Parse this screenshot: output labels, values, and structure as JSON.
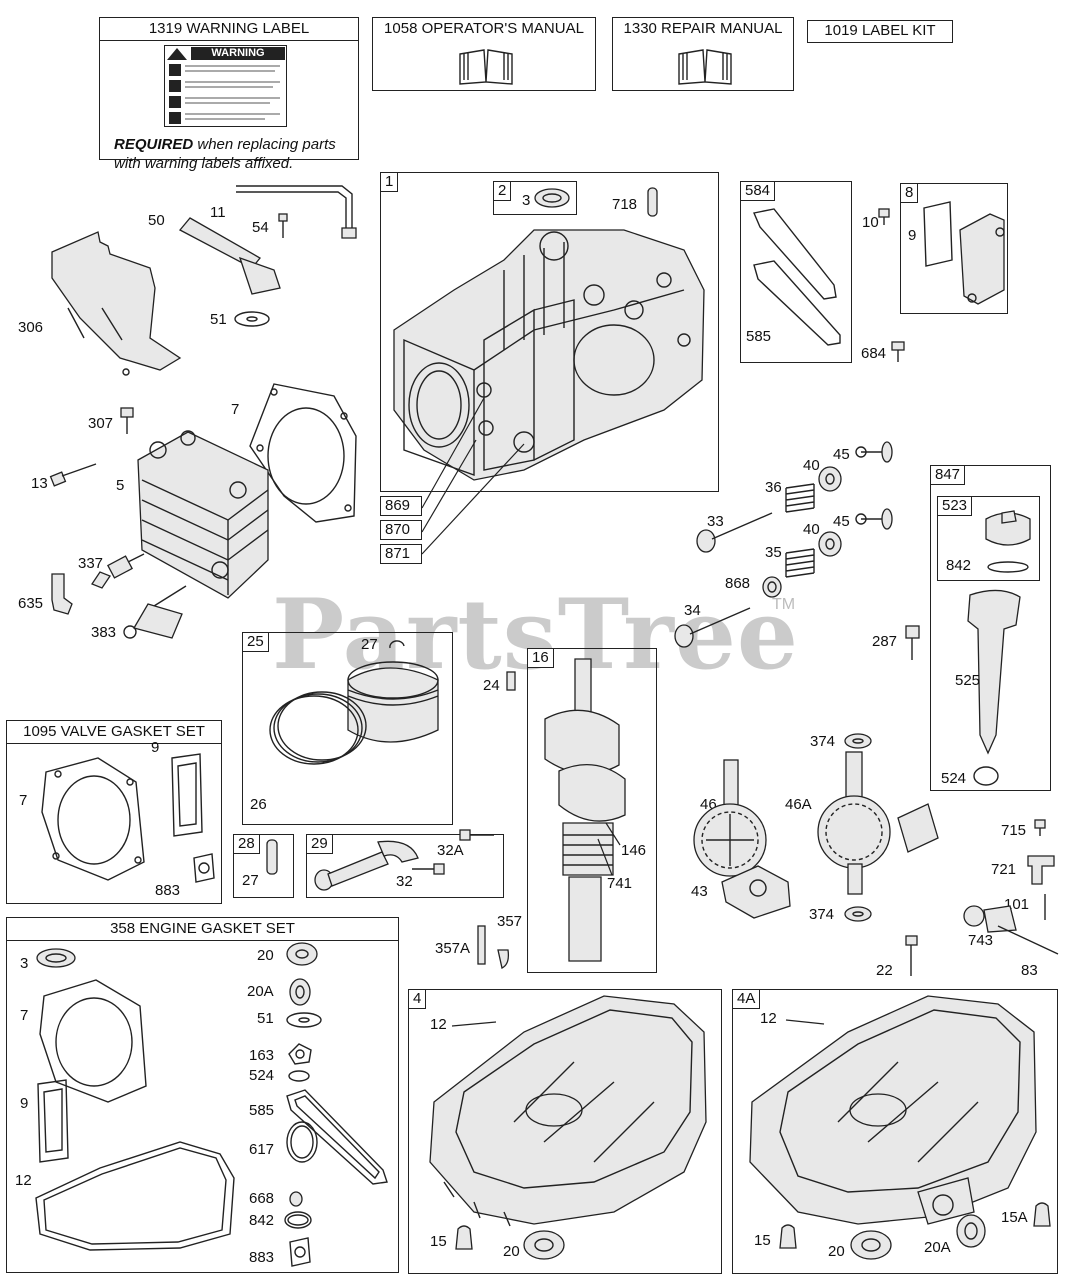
{
  "watermark": {
    "text": "PartsTree",
    "tm": "TM"
  },
  "top_boxes": {
    "warning": {
      "title": "1319 WARNING LABEL",
      "sticker_heading": "WARNING",
      "note_bold": "REQUIRED",
      "note_rest": " when replacing parts",
      "note_line2": "with warning labels affixed."
    },
    "operators_manual": {
      "title": "1058 OPERATOR'S MANUAL"
    },
    "repair_manual": {
      "title": "1330 REPAIR MANUAL"
    },
    "label_kit": {
      "title": "1019 LABEL KIT"
    }
  },
  "cylinder_block": {
    "box": "1",
    "sub_box": "2",
    "labels": [
      "3",
      "718",
      "869",
      "870",
      "871"
    ]
  },
  "head_area": {
    "labels": [
      "11",
      "50",
      "54",
      "51",
      "306",
      "307",
      "7",
      "13",
      "5",
      "337",
      "635",
      "383"
    ]
  },
  "valve_cover_group": {
    "box": "584",
    "labels": [
      "585"
    ]
  },
  "breather_group": {
    "box": "8",
    "labels": [
      "10",
      "9",
      "684"
    ]
  },
  "valve_train": {
    "labels": [
      "45",
      "40",
      "36",
      "33",
      "40",
      "45",
      "35",
      "868",
      "34"
    ]
  },
  "dipstick_group": {
    "box": "847",
    "sub_box": "523",
    "labels": [
      "842",
      "287",
      "525",
      "524"
    ]
  },
  "piston_group": {
    "box": "25",
    "labels": [
      "27",
      "26"
    ]
  },
  "pin_group": {
    "box": "28",
    "labels": [
      "27"
    ]
  },
  "rod_group": {
    "box": "29",
    "labels": [
      "32A",
      "32"
    ]
  },
  "crank_group": {
    "box": "16",
    "labels": [
      "24",
      "146",
      "741",
      "357",
      "357A"
    ]
  },
  "cam_area": {
    "labels": [
      "374",
      "46",
      "46A",
      "43",
      "374",
      "715",
      "721",
      "101",
      "743",
      "22",
      "83"
    ]
  },
  "valve_gasket_set": {
    "title": "1095 VALVE GASKET SET",
    "labels": [
      "7",
      "9",
      "883"
    ]
  },
  "engine_gasket_set": {
    "title": "358 ENGINE GASKET SET",
    "left_labels": [
      "3",
      "7",
      "9",
      "12"
    ],
    "right_labels": [
      "20",
      "20A",
      "51",
      "163",
      "524",
      "585",
      "617",
      "668",
      "842",
      "883"
    ]
  },
  "sump_4": {
    "box": "4",
    "labels": [
      "12",
      "15",
      "20"
    ]
  },
  "sump_4A": {
    "box": "4A",
    "labels": [
      "12",
      "15",
      "20",
      "20A",
      "15A"
    ]
  }
}
